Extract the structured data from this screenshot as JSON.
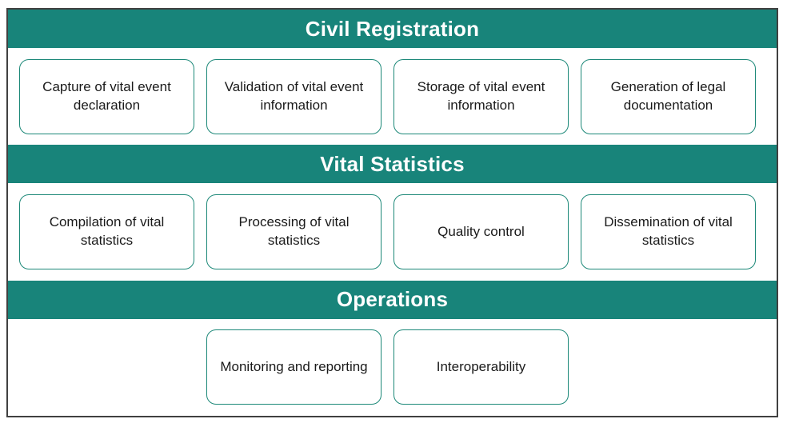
{
  "diagram": {
    "sections": [
      {
        "title": "Civil Registration",
        "cards": [
          {
            "label": "Capture of vital event declaration"
          },
          {
            "label": "Validation of vital event information"
          },
          {
            "label": "Storage of vital event information"
          },
          {
            "label": "Generation of legal documentation"
          }
        ]
      },
      {
        "title": "Vital Statistics",
        "cards": [
          {
            "label": "Compilation of vital statistics"
          },
          {
            "label": "Processing of vital statistics"
          },
          {
            "label": "Quality control"
          },
          {
            "label": "Dissemination of vital statistics"
          }
        ]
      },
      {
        "title": "Operations",
        "cards": [
          {
            "label": "Monitoring and reporting"
          },
          {
            "label": "Interoperability"
          }
        ]
      }
    ]
  },
  "colors": {
    "band_background": "#18847A",
    "band_text": "#FFFFFF",
    "card_border": "#1C8878",
    "card_background": "#FFFFFF",
    "card_text": "#1A1A1A",
    "frame_border": "#404040"
  }
}
